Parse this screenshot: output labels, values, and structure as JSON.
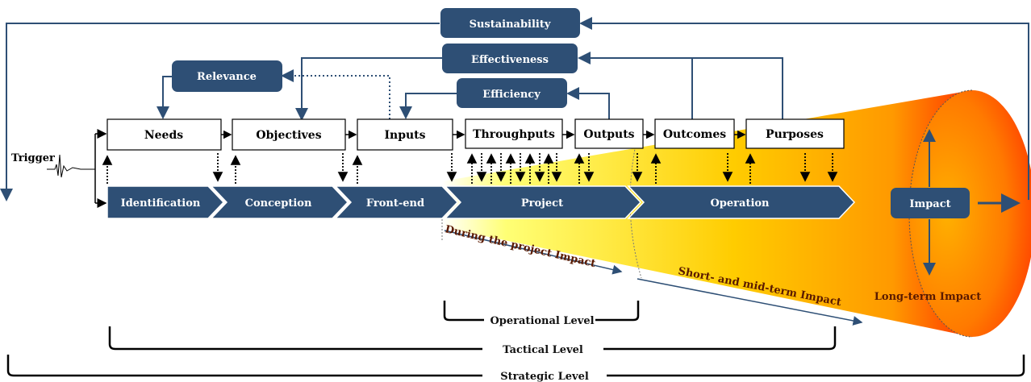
{
  "trigger": "Trigger",
  "process_boxes": {
    "needs": "Needs",
    "objectives": "Objectives",
    "inputs": "Inputs",
    "throughputs": "Throughputs",
    "outputs": "Outputs",
    "outcomes": "Outcomes",
    "purposes": "Purposes"
  },
  "criteria": {
    "sustainability": "Sustainability",
    "effectiveness": "Effectiveness",
    "relevance": "Relevance",
    "efficiency": "Efficiency"
  },
  "phases": {
    "identification": "Identification",
    "conception": "Conception",
    "front_end": "Front-end",
    "project": "Project",
    "operation": "Operation"
  },
  "impact": {
    "label": "Impact",
    "during": "During the project Impact",
    "short_mid": "Short- and mid-term Impact",
    "long_term": "Long-term Impact"
  },
  "levels": {
    "operational": "Operational Level",
    "tactical": "Tactical Level",
    "strategic": "Strategic Level"
  },
  "colors": {
    "navy": "#2e4f75",
    "cone_start": "#ffff66",
    "cone_mid": "#ffcc00",
    "cone_end": "#ff3300"
  }
}
